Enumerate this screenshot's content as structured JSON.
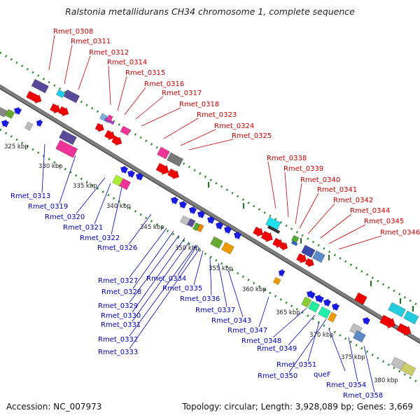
{
  "title": "Ralstonia metallidurans CH34 chromosome 1, complete sequence",
  "footer": {
    "accession": "Accession: NC_007973",
    "summary": "Topology: circular; Length: 3,928,089 bp; Genes: 3,669"
  },
  "colors": {
    "top_label": "#cc0000",
    "bottom_label": "#0000bb",
    "backbone": "#7f7f7f",
    "dotted_track": "#2a8a2a"
  },
  "scale_ticks": [
    "325 kbp",
    "330 kbp",
    "335 kbp",
    "340 kbp",
    "345 kbp",
    "350 kbp",
    "355 kbp",
    "360 kbp",
    "365 kbp",
    "370 kbp",
    "375 kbp",
    "380 kbp"
  ],
  "top_labels": [
    "Rmet_0308",
    "Rmet_0311",
    "Rmet_0312",
    "Rmet_0314",
    "Rmet_0315",
    "Rmet_0316",
    "Rmet_0317",
    "Rmet_0318",
    "Rmet_0323",
    "Rmet_0324",
    "Rmet_0325",
    "Rmet_0338",
    "Rmet_0339",
    "Rmet_0340",
    "Rmet_0341",
    "Rmet_0342",
    "Rmet_0344",
    "Rmet_0345",
    "Rmet_0346"
  ],
  "bottom_labels": [
    "Rmet_0313",
    "Rmet_0319",
    "Rmet_0320",
    "Rmet_0321",
    "Rmet_0322",
    "Rmet_0326",
    "Rmet_0327",
    "Rmet_0328",
    "Rmet_0329",
    "Rmet_0330",
    "Rmet_0331",
    "Rmet_0332",
    "Rmet_0333",
    "Rmet_0334",
    "Rmet_0335",
    "Rmet_0336",
    "Rmet_0337",
    "Rmet_0343",
    "Rmet_0347",
    "Rmet_0348",
    "Rmet_0349",
    "Rmet_0350",
    "Rmet_0351",
    "queF",
    "Rmet_0354",
    "Rmet_0358"
  ]
}
